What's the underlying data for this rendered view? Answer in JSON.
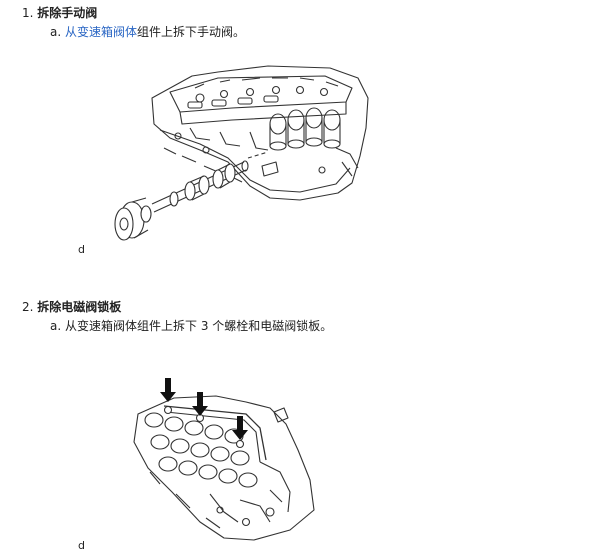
{
  "steps": [
    {
      "number": "1.",
      "title": "拆除手动阀",
      "sub": {
        "prefix": "a.",
        "link_text": "从变速箱阀体",
        "text": "组件上拆下手动阀。"
      },
      "figure_label": "d"
    },
    {
      "number": "2.",
      "title": "拆除电磁阀锁板",
      "sub": {
        "prefix": "a.",
        "text": "从变速箱阀体组件上拆下 3 个螺栓和电磁阀锁板。"
      },
      "figure_label": "d"
    }
  ],
  "colors": {
    "link": "#2a66c4",
    "text": "#222222",
    "line": "#333333"
  },
  "icons": [
    "manual-valve-illustration",
    "solenoid-lock-plate-illustration",
    "arrow-down-icon"
  ]
}
